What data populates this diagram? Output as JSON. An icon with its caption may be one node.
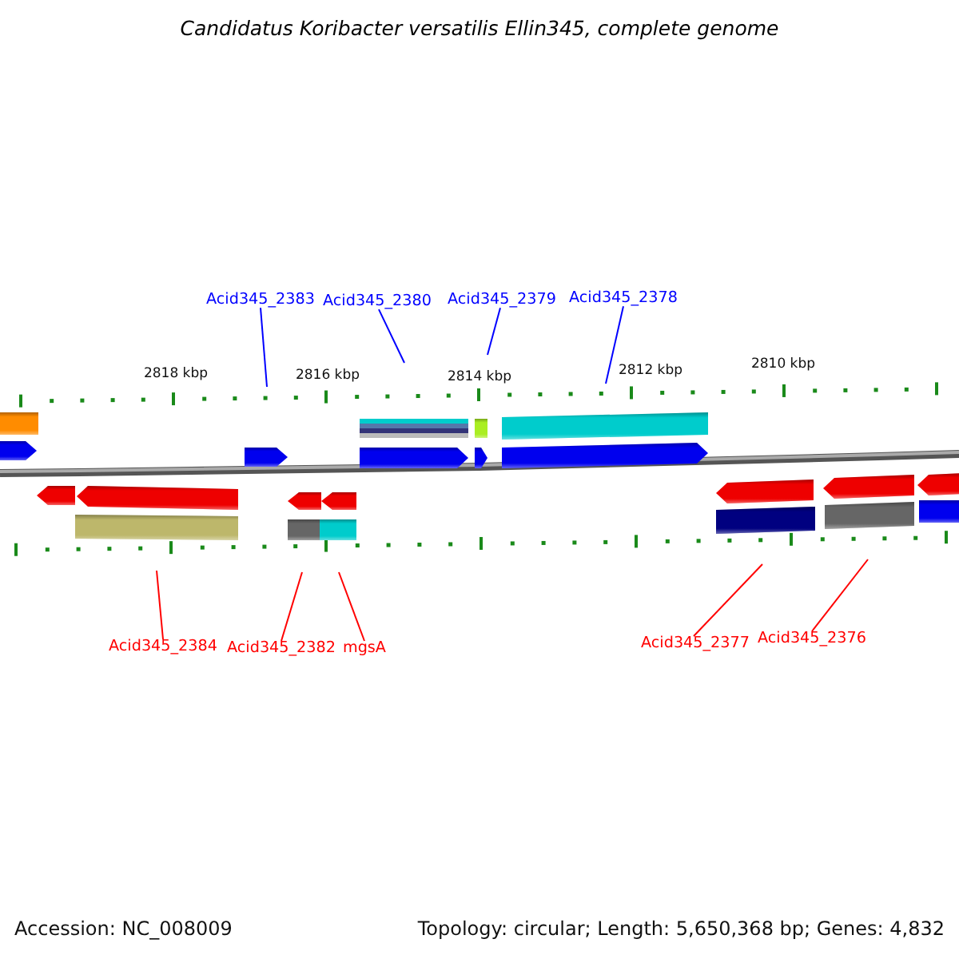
{
  "diagram": {
    "title": "Candidatus Koribacter versatilis Ellin345, complete genome",
    "nodes": [
      {
        "text": [
          "Acid345_2383"
        ]
      },
      {
        "text": [
          "Acid345_2380"
        ]
      },
      {
        "text": [
          "Acid345_2379"
        ]
      },
      {
        "text": [
          "Acid345_2378"
        ]
      },
      {
        "text": [
          "Acid345_2384"
        ]
      },
      {
        "text": [
          "Acid345_2382"
        ]
      },
      {
        "text": [
          "mgsA"
        ]
      },
      {
        "text": [
          "Acid345_2377"
        ]
      },
      {
        "text": [
          "Acid345_2376"
        ]
      }
    ],
    "edges": [
      {
        "from": 0,
        "to": null,
        "arrow": "none",
        "color": "#0000ff"
      },
      {
        "from": 1,
        "to": null,
        "arrow": "none",
        "color": "#0000ff"
      },
      {
        "from": 2,
        "to": null,
        "arrow": "none",
        "color": "#0000ff"
      },
      {
        "from": 3,
        "to": null,
        "arrow": "none",
        "color": "#0000ff"
      },
      {
        "from": 4,
        "to": null,
        "arrow": "none",
        "color": "#ff0000"
      },
      {
        "from": 5,
        "to": null,
        "arrow": "none",
        "color": "#ff0000"
      },
      {
        "from": 6,
        "to": null,
        "arrow": "none",
        "color": "#ff0000"
      },
      {
        "from": 7,
        "to": null,
        "arrow": "none",
        "color": "#ff0000"
      },
      {
        "from": 8,
        "to": null,
        "arrow": "none",
        "color": "#ff0000"
      }
    ],
    "labels": [
      "2818 kbp",
      "2816 kbp",
      "2814 kbp",
      "2812 kbp",
      "2810 kbp",
      "Accession: NC_008009",
      "Topology: circular; Length: 5,650,368 bp; Genes: 4,832"
    ]
  }
}
